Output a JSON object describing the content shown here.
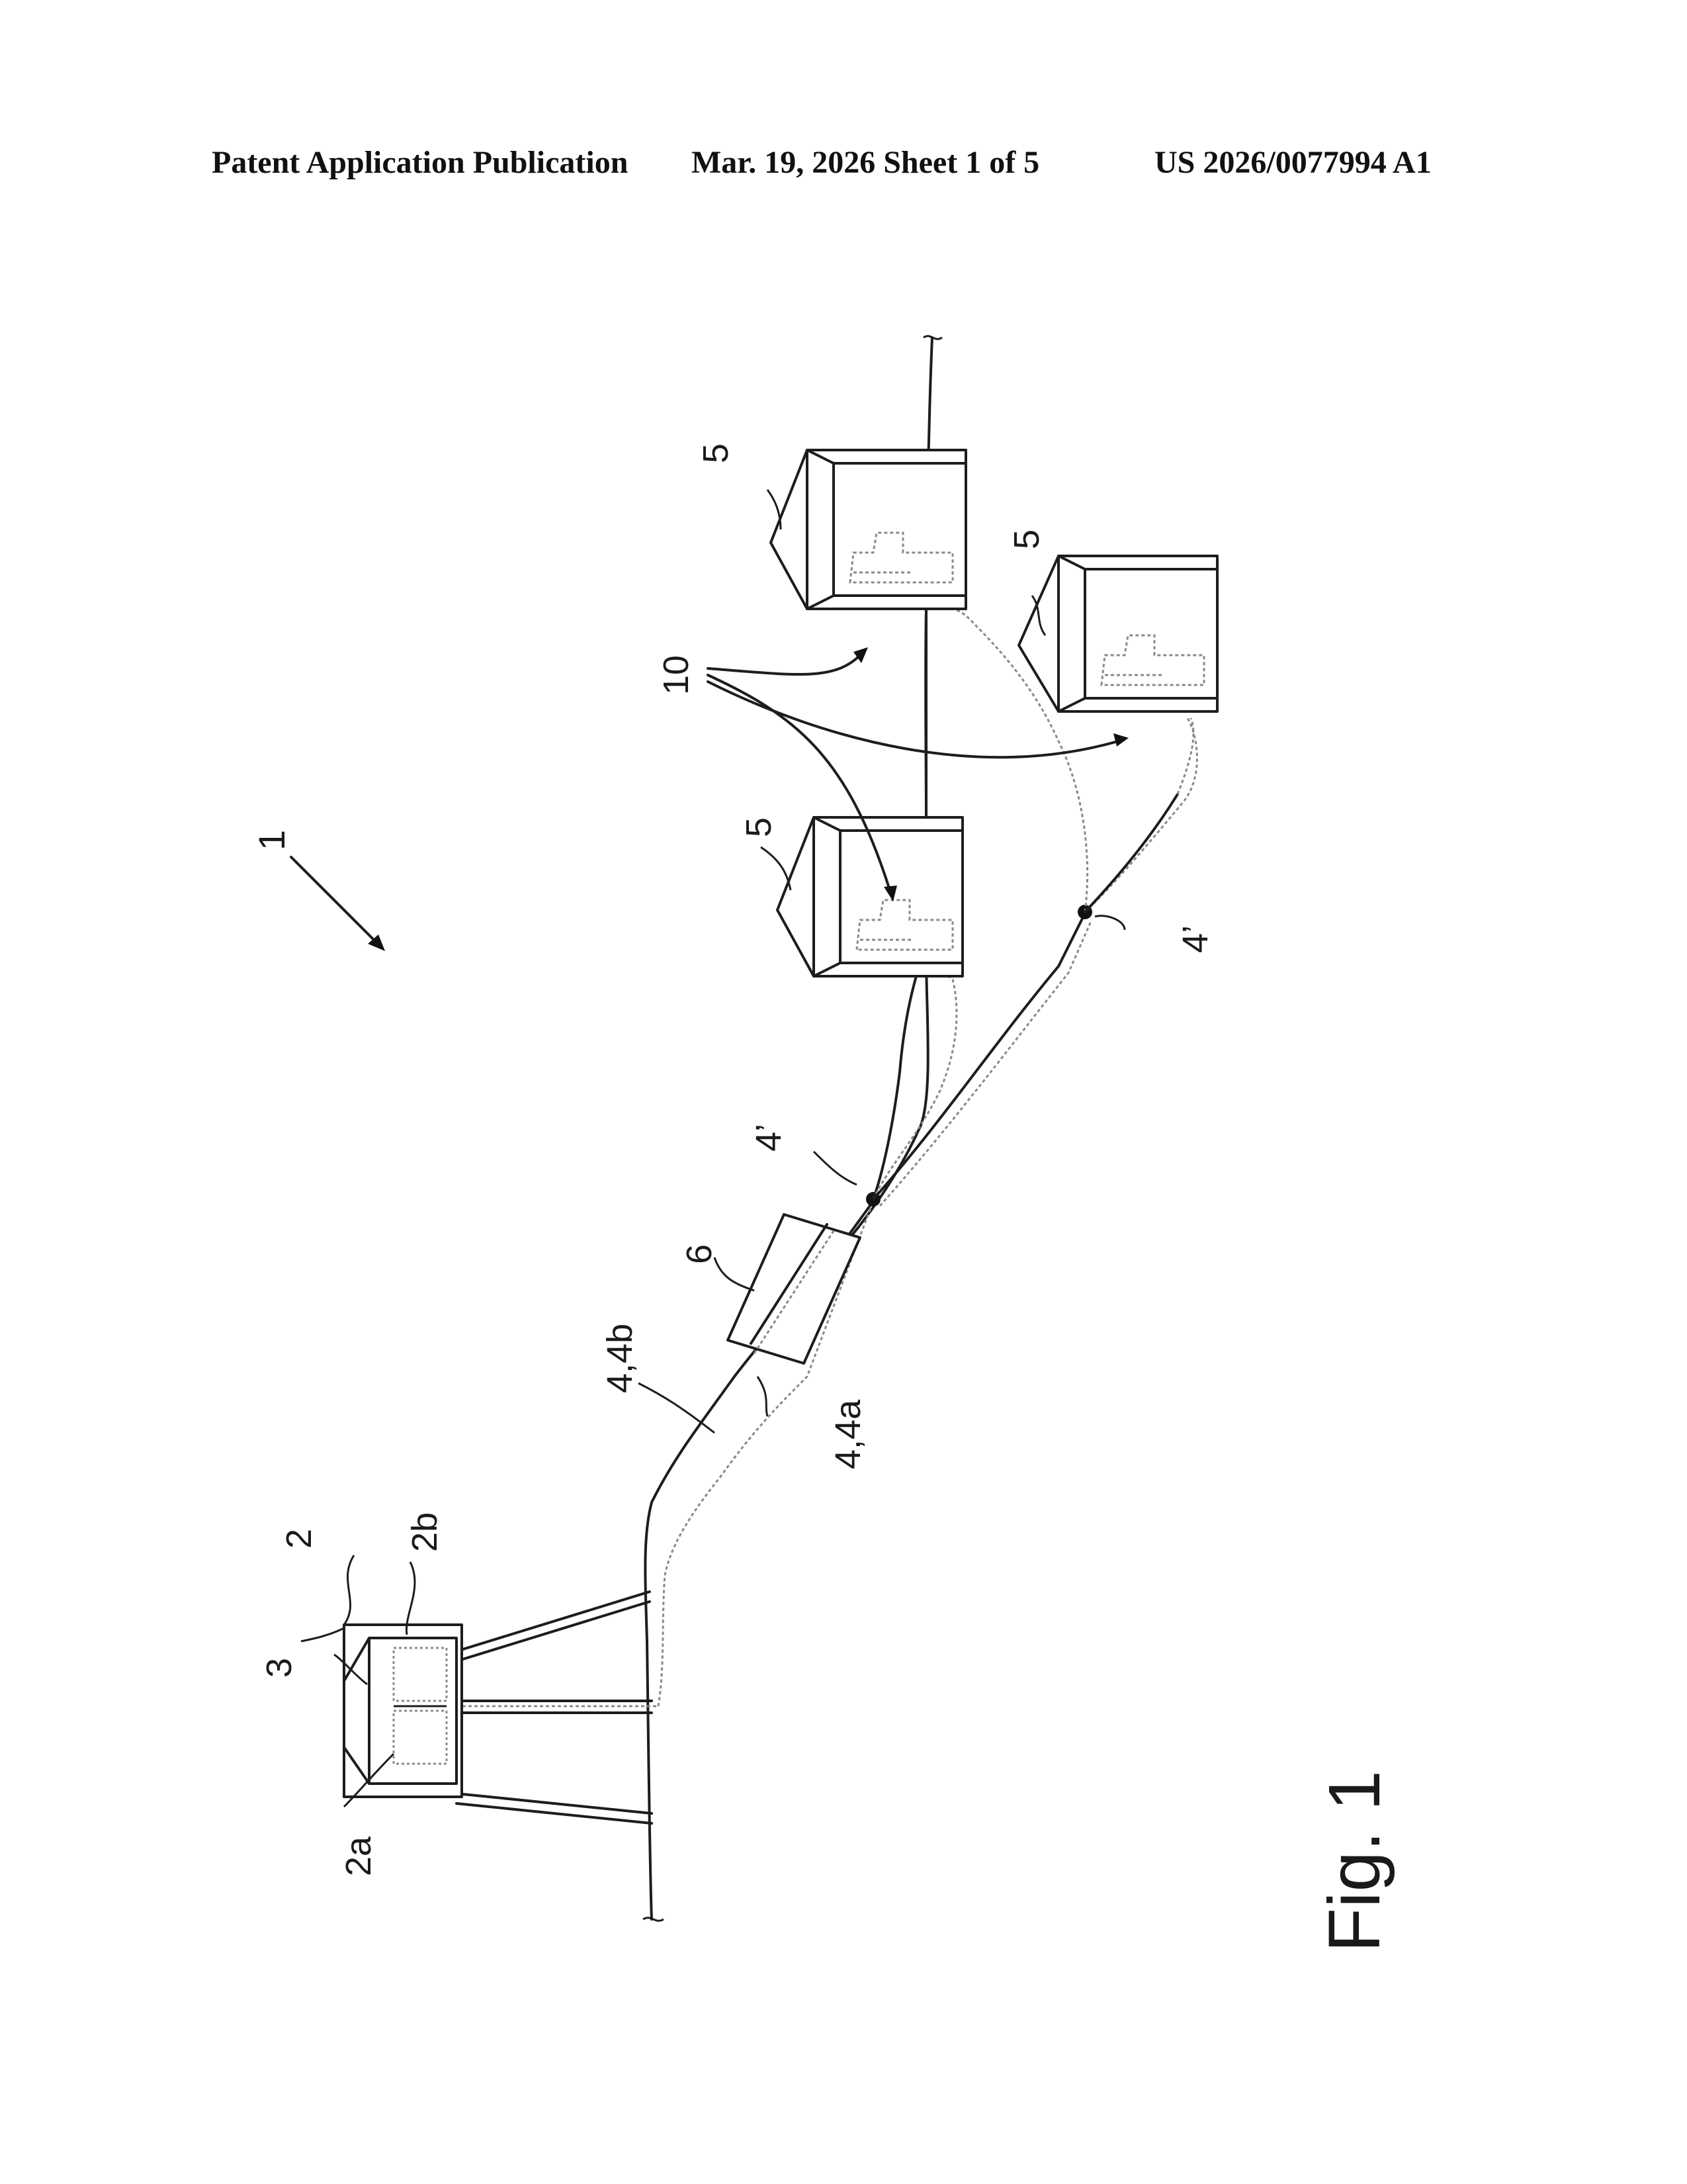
{
  "header": {
    "left": "Patent Application Publication",
    "middle": "Mar. 19, 2026  Sheet 1 of 5",
    "right": "US 2026/0077994 A1"
  },
  "figure": {
    "caption": "Fig. 1",
    "labels": {
      "system": "1",
      "station": "2",
      "station_part_a": "2a",
      "station_part_b": "2b",
      "station_roof": "3",
      "line_b": "4,4b",
      "line_a": "4,4a",
      "branch_1": "4’",
      "branch_2": "4’",
      "unit_middle": "6",
      "building_1": "5",
      "building_2": "5",
      "building_3": "5",
      "device_group": "10"
    }
  }
}
